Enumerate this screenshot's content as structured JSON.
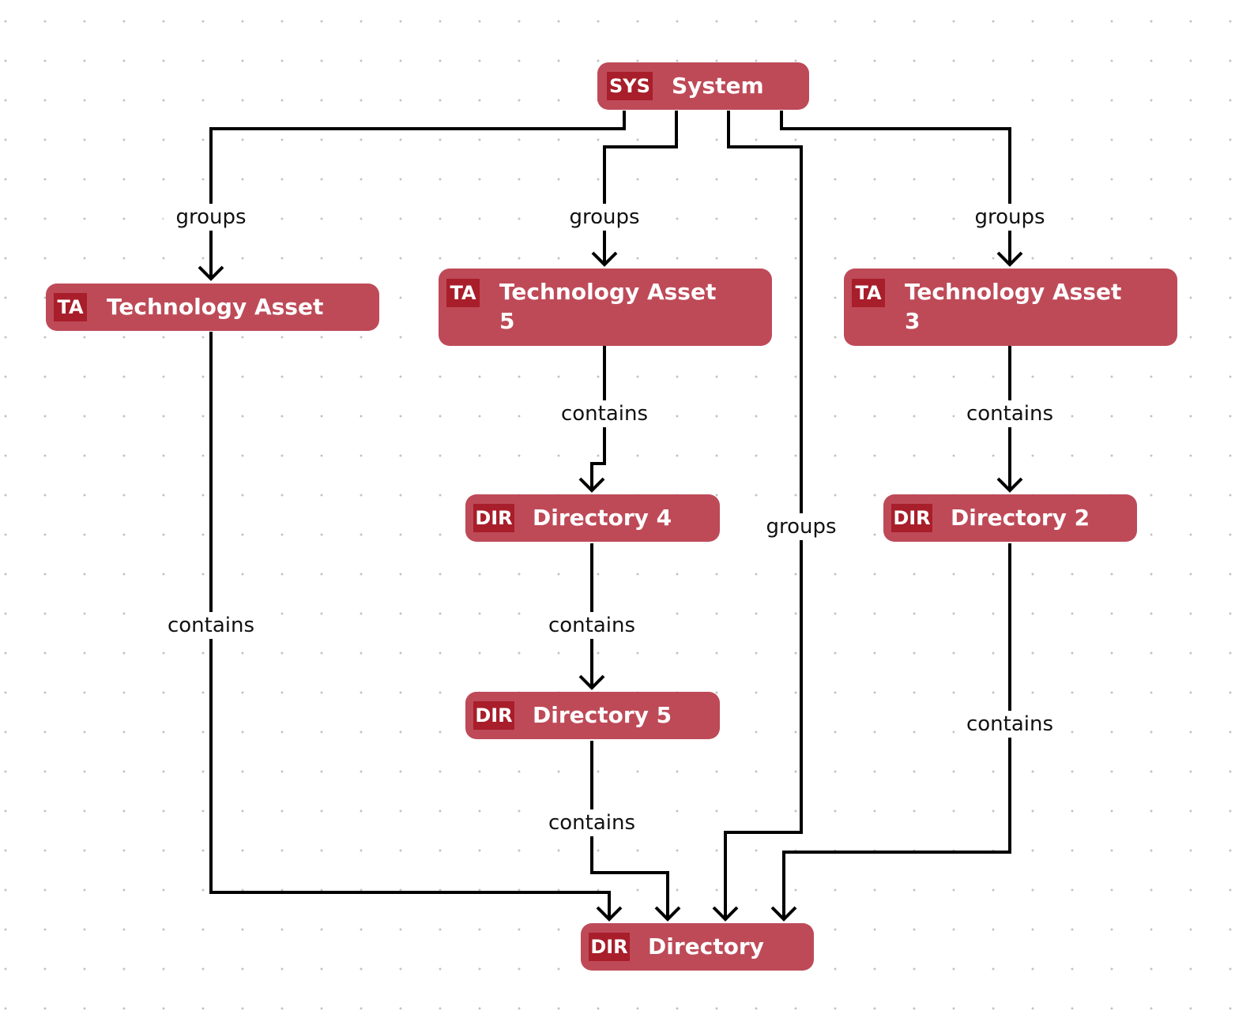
{
  "nodes": {
    "system": {
      "badge": "SYS",
      "label": "System"
    },
    "ta1": {
      "badge": "TA",
      "label": "Technology Asset"
    },
    "ta5": {
      "badge": "TA",
      "label": "Technology Asset 5"
    },
    "ta3": {
      "badge": "TA",
      "label": "Technology Asset 3"
    },
    "dir4": {
      "badge": "DIR",
      "label": "Directory 4"
    },
    "dir2": {
      "badge": "DIR",
      "label": "Directory 2"
    },
    "dir5": {
      "badge": "DIR",
      "label": "Directory 5"
    },
    "dir": {
      "badge": "DIR",
      "label": "Directory"
    }
  },
  "edges": [
    {
      "from": "System",
      "to": "Technology Asset",
      "label": "groups"
    },
    {
      "from": "System",
      "to": "Technology Asset 5",
      "label": "groups"
    },
    {
      "from": "System",
      "to": "Technology Asset 3",
      "label": "groups"
    },
    {
      "from": "System",
      "to": "Directory",
      "label": "groups"
    },
    {
      "from": "Technology Asset",
      "to": "Directory",
      "label": "contains"
    },
    {
      "from": "Technology Asset 5",
      "to": "Directory 4",
      "label": "contains"
    },
    {
      "from": "Directory 4",
      "to": "Directory 5",
      "label": "contains"
    },
    {
      "from": "Directory 5",
      "to": "Directory",
      "label": "contains"
    },
    {
      "from": "Technology Asset 3",
      "to": "Directory 2",
      "label": "contains"
    },
    {
      "from": "Directory 2",
      "to": "Directory",
      "label": "contains"
    }
  ],
  "colors": {
    "node_fill": "#be4a58",
    "badge_fill": "#a81e2a",
    "edge": "#000000",
    "background": "#ffffff",
    "grid_dot": "#c2c2c2"
  }
}
